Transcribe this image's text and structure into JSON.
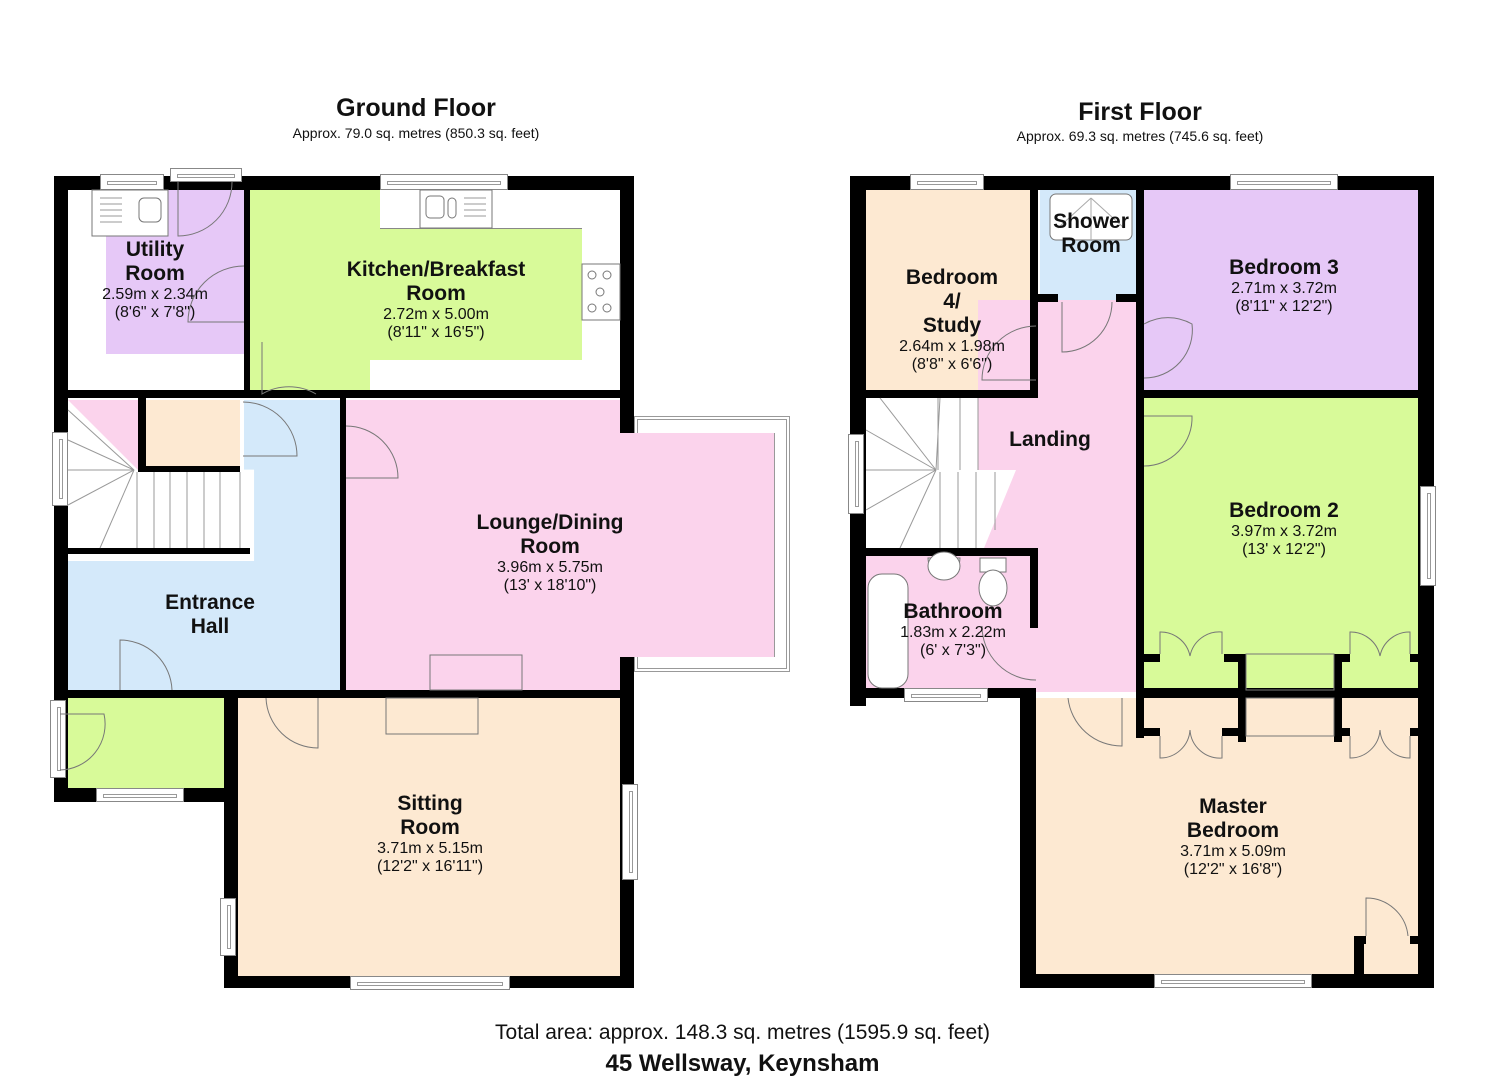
{
  "colors": {
    "wall": "#000000",
    "pink": "#fbd3ec",
    "green": "#d8fa99",
    "blue": "#d4e9fa",
    "peach": "#fde9d2",
    "lilac": "#e6c8f7",
    "white": "#ffffff"
  },
  "ground_floor": {
    "title": "Ground Floor",
    "area": "Approx. 79.0 sq. metres (850.3 sq. feet)",
    "rooms": {
      "utility": {
        "name_line1": "Utility",
        "name_line2": "Room",
        "dim_m": "2.59m x 2.34m",
        "dim_ft": "(8'6\" x 7'8\")"
      },
      "kitchen": {
        "name_line1": "Kitchen/Breakfast",
        "name_line2": "Room",
        "dim_m": "2.72m x 5.00m",
        "dim_ft": "(8'11\" x 16'5\")"
      },
      "lounge": {
        "name_line1": "Lounge/Dining",
        "name_line2": "Room",
        "dim_m": "3.96m x 5.75m",
        "dim_ft": "(13' x 18'10\")"
      },
      "entrance": {
        "name_line1": "Entrance",
        "name_line2": "Hall"
      },
      "sitting": {
        "name_line1": "Sitting",
        "name_line2": "Room",
        "dim_m": "3.71m x 5.15m",
        "dim_ft": "(12'2\" x 16'11\")"
      }
    }
  },
  "first_floor": {
    "title": "First Floor",
    "area": "Approx. 69.3 sq. metres (745.6 sq. feet)",
    "rooms": {
      "bedroom4": {
        "name_line1": "Bedroom",
        "name_line2": "4/",
        "name_line3": "Study",
        "dim_m": "2.64m x 1.98m",
        "dim_ft": "(8'8\" x 6'6\")"
      },
      "shower": {
        "name_line1": "Shower",
        "name_line2": "Room"
      },
      "bedroom3": {
        "name_line1": "Bedroom 3",
        "dim_m": "2.71m x 3.72m",
        "dim_ft": "(8'11\" x 12'2\")"
      },
      "landing": {
        "name_line1": "Landing"
      },
      "bedroom2": {
        "name_line1": "Bedroom 2",
        "dim_m": "3.97m x 3.72m",
        "dim_ft": "(13' x 12'2\")"
      },
      "bathroom": {
        "name_line1": "Bathroom",
        "dim_m": "1.83m x 2.22m",
        "dim_ft": "(6' x 7'3\")"
      },
      "master": {
        "name_line1": "Master",
        "name_line2": "Bedroom",
        "dim_m": "3.71m x 5.09m",
        "dim_ft": "(12'2\" x 16'8\")"
      }
    }
  },
  "footer": {
    "total_area": "Total area: approx. 148.3 sq. metres (1595.9 sq. feet)",
    "address": "45 Wellsway, Keynsham"
  }
}
